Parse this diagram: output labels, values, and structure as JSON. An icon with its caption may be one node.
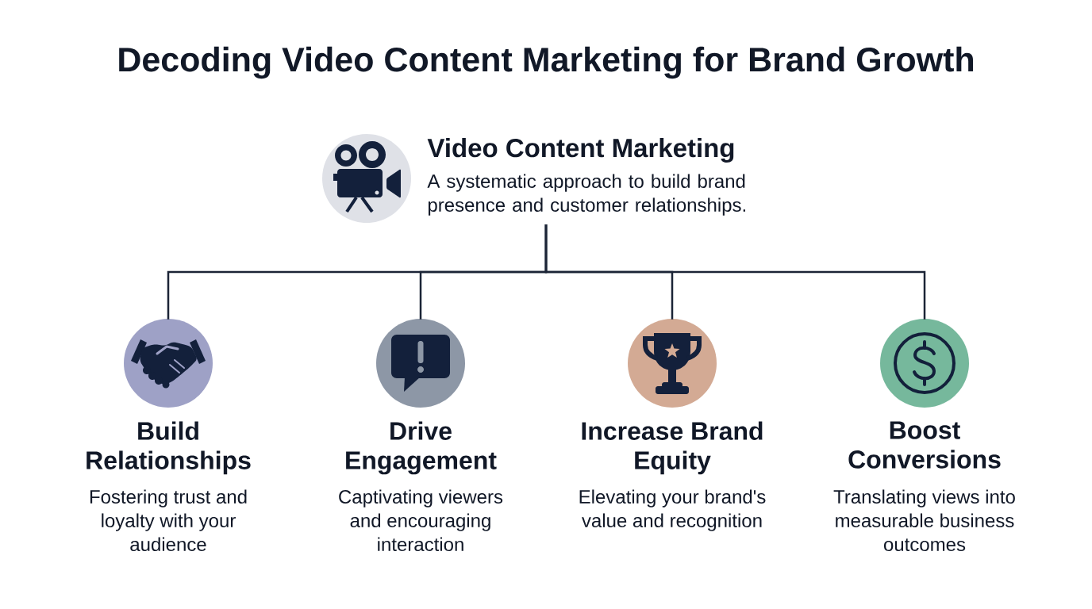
{
  "diagram": {
    "title": "Decoding Video Content Marketing for Brand Growth",
    "nodes": [
      {
        "text": [
          "Video Content Marketing",
          "A systematic approach to build brand presence and customer relationships."
        ]
      },
      {
        "text": [
          "Build Relationships",
          "Fostering trust and loyalty with your audience"
        ]
      },
      {
        "text": [
          "Drive Engagement",
          "Captivating viewers and encouraging interaction"
        ]
      },
      {
        "text": [
          "Increase Brand Equity",
          "Elevating your brand's value and recognition"
        ]
      },
      {
        "text": [
          "Boost Conversions",
          "Translating views into measurable business outcomes"
        ]
      }
    ],
    "edges": [
      {
        "from": 0,
        "to": 1,
        "arrow": "none"
      },
      {
        "from": 0,
        "to": 2,
        "arrow": "none"
      },
      {
        "from": 0,
        "to": 3,
        "arrow": "none"
      },
      {
        "from": 0,
        "to": 4,
        "arrow": "none"
      }
    ]
  }
}
